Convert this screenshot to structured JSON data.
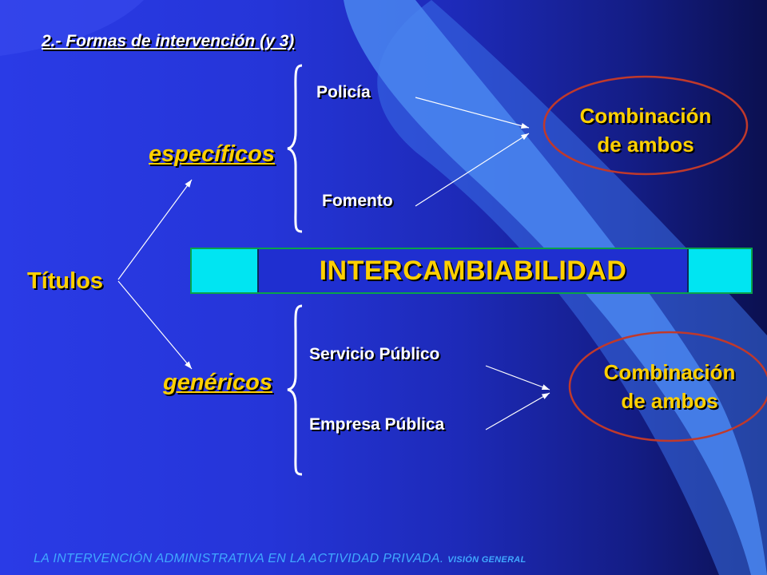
{
  "slide": {
    "heading": "2.- Formas de intervención (y 3)",
    "root": "Títulos",
    "branch_top": "específicos",
    "branch_bottom": "genéricos",
    "top_items": [
      "Policía",
      "Fomento"
    ],
    "bottom_items": [
      "Servicio Público",
      "Empresa Pública"
    ],
    "combo_top": {
      "line1": "Combinación",
      "line2": "de ambos"
    },
    "combo_bottom": {
      "line1": "Combinación",
      "line2": "de ambos"
    },
    "center_banner": "INTERCAMBIABILIDAD",
    "footer_main": "LA INTERVENCIÓN ADMINISTRATIVA EN LA ACTIVIDAD PRIVADA.",
    "footer_small": "VISIÓN GENERAL"
  },
  "colors": {
    "background": "#2535d8",
    "label_yellow": "#ffd000",
    "banner_cyan": "#00e5f2",
    "ellipse_border": "#c0392b",
    "footer_blue": "#40a8ff"
  }
}
